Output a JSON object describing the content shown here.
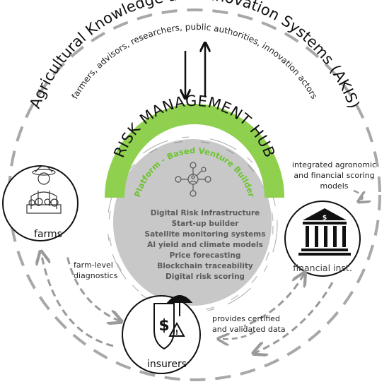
{
  "outer_ring": {
    "title": "Agricultural Knowledge and Innovation Systems (AKIS)",
    "subtitle": "farmers, advisors, researchers, public authorities, innovation actors"
  },
  "hub": {
    "title": "RISK MANAGEMENT HUB",
    "subtitle": "Platform - Based  Venture Builder",
    "services": [
      "Digital Risk Infrastructure",
      "Start-up builder",
      "Satellite monitoring systems",
      "AI yield and climate models",
      "Price forecasting",
      "Blockchain traceability",
      "Digital risk scoring"
    ]
  },
  "nodes": {
    "farms": "farms",
    "financial": "financial inst.",
    "insurers": "insurers"
  },
  "annotations": {
    "financial_scoring": [
      "integrated agronomic",
      "and financial scoring",
      "models"
    ],
    "farm_diagnostics": [
      "farm-level",
      "diagnostics"
    ],
    "certified_data": [
      "provides certified",
      "and validated data"
    ]
  },
  "colors": {
    "hub_green": "#8fd14f",
    "hub_gray": "#c8c8c8",
    "ring_dash": "#a8a8a8",
    "services_text": "#5a5a5a"
  },
  "icons": [
    "farmer-icon",
    "bank-icon",
    "insurance-shield-icon",
    "network-icon"
  ]
}
